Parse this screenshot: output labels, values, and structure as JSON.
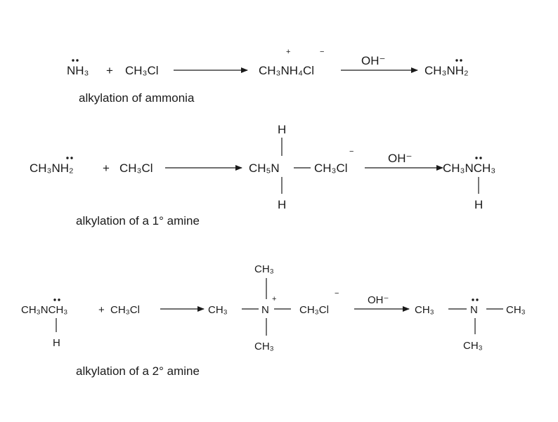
{
  "reaction1": {
    "reactant_a": "NH₃",
    "plus": "+",
    "reactant_b": "CH₃Cl",
    "intermediate": "CH₃NH₄Cl",
    "plus_charge": "+",
    "minus_charge": "−",
    "reagent": "OH⁻",
    "product": "CH₃NH₂",
    "caption": "alkylation of ammonia"
  },
  "reaction2": {
    "reactant_a": "CH₃NH₂",
    "plus": "+",
    "reactant_b": "CH₃Cl",
    "int_top": "H",
    "int_left": "CH₅N",
    "int_right": "CH₃Cl",
    "int_bottom": "H",
    "minus_charge": "−",
    "reagent": "OH⁻",
    "product": "CH₃NCH₃",
    "product_h": "H",
    "caption": "alkylation of a 1° amine"
  },
  "reaction3": {
    "reactant_a": "CH₃NCH₃",
    "reactant_a_h": "H",
    "plus": "+",
    "reactant_b": "CH₃Cl",
    "int_top": "CH₃",
    "int_left": "CH₃",
    "int_center": "N",
    "int_right": "CH₃Cl",
    "int_bottom": "CH₃",
    "plus_charge": "+",
    "minus_charge": "−",
    "reagent": "OH⁻",
    "prod_left": "CH₃",
    "prod_center": "N",
    "prod_right": "CH₃",
    "prod_bottom": "CH₃",
    "caption": "alkylation of a 2° amine"
  }
}
